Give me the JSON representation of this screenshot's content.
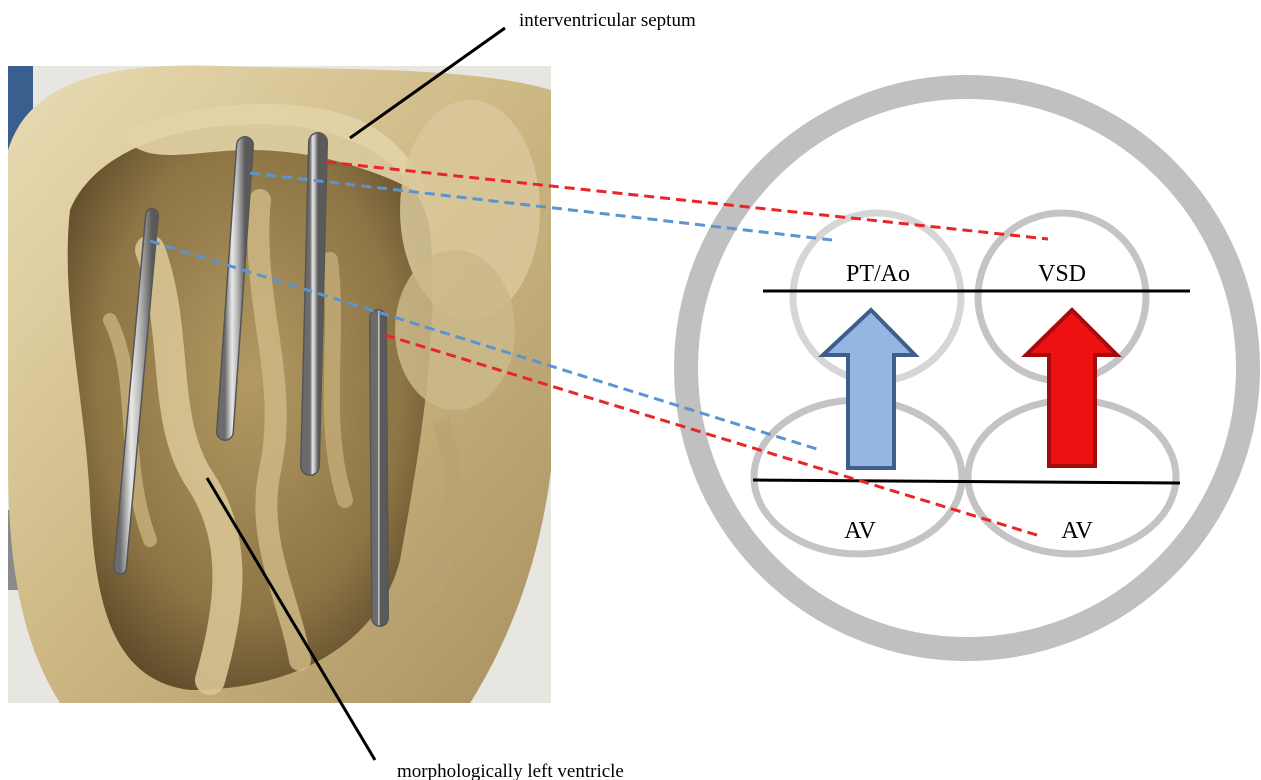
{
  "annotations": {
    "septum": "interventricular septum",
    "ventricle": "morphologically left ventricle"
  },
  "diagram": {
    "top_left": "PT/Ao",
    "top_right": "VSD",
    "bottom_left": "AV",
    "bottom_right": "AV"
  },
  "colors": {
    "blue_line": "#5b93d3",
    "red_line": "#e8262a",
    "blue_arrow_fill": "#95b6e3",
    "blue_arrow_stroke": "#3c5f8c",
    "red_arrow_fill": "#ee1111",
    "red_arrow_stroke": "#a40c0c",
    "ring": "#c0c0c0"
  }
}
